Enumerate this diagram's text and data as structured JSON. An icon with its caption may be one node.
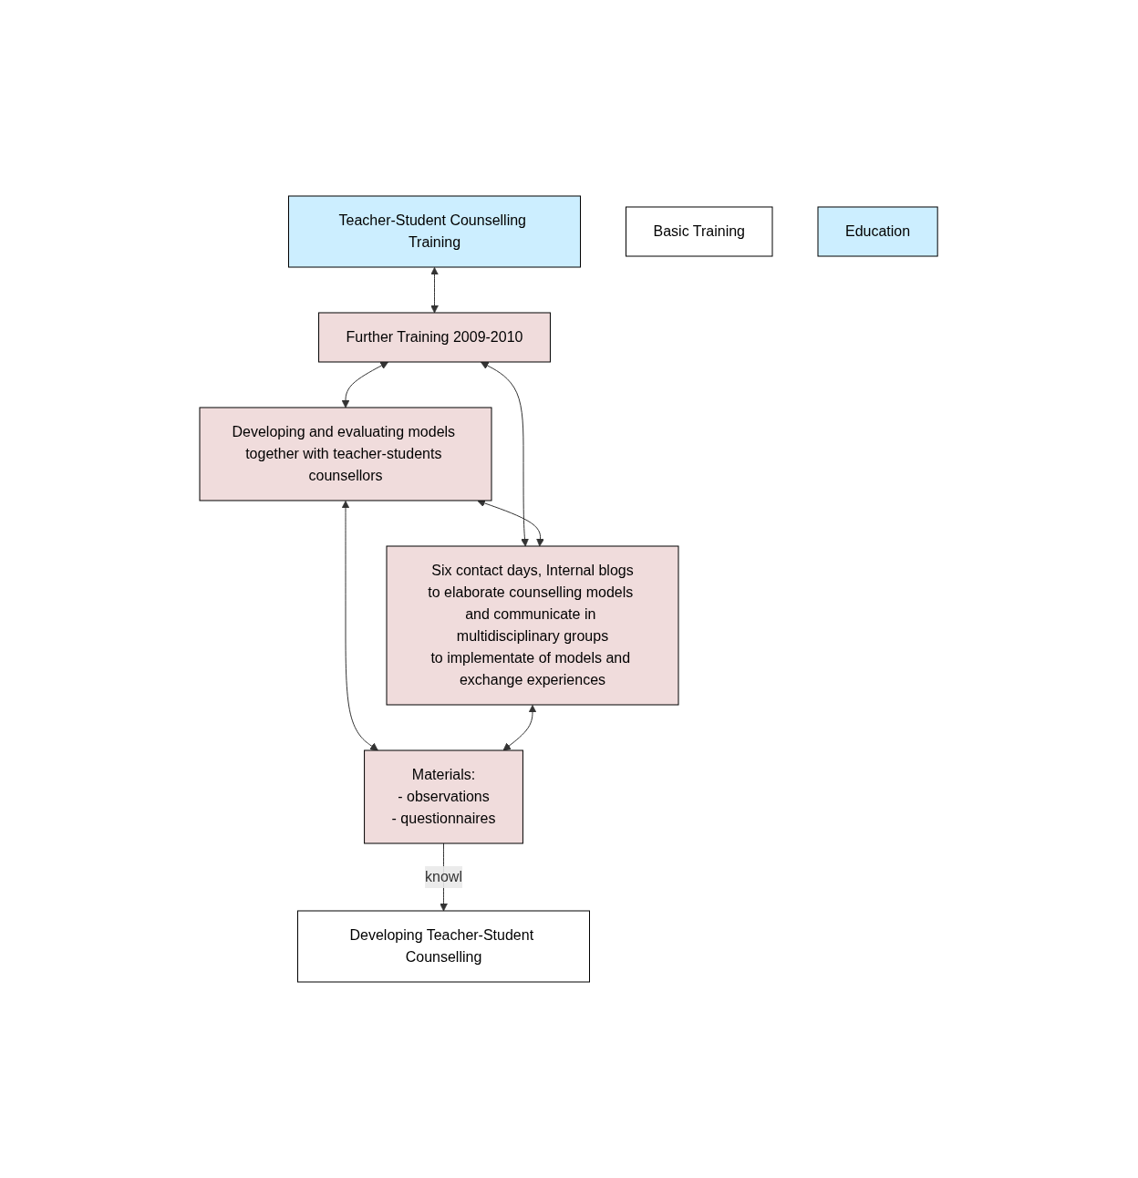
{
  "diagram": {
    "nodes": [
      {
        "text": [
          "Teacher-Student Counselling Training"
        ]
      },
      {
        "text": [
          "Basic Training"
        ]
      },
      {
        "text": [
          "Further Training 2009-2010"
        ]
      },
      {
        "text": [
          "Developing and evaluating models together with teacher-students counsellors"
        ]
      },
      {
        "text": [
          "Education"
        ]
      },
      {
        "text": [
          "Six contact days, Internal blogs",
          "to elaborate counselling models and communicate in multidisciplinary groups",
          "to implementate of models and exchange experiences"
        ]
      },
      {
        "text": [
          "Materials:",
          "- observations",
          "- questionnaires"
        ]
      },
      {
        "text": [
          "Developing Teacher-Student Counselling"
        ]
      }
    ],
    "edges": [
      {
        "from": 0,
        "to": 2,
        "arrow": "both"
      },
      {
        "from": 2,
        "to": 3,
        "arrow": "both"
      },
      {
        "from": 2,
        "to": 5,
        "arrow": "both"
      },
      {
        "from": 3,
        "to": 5,
        "arrow": "both"
      },
      {
        "from": 3,
        "to": 6,
        "arrow": "both"
      },
      {
        "from": 5,
        "to": 6,
        "arrow": "both"
      },
      {
        "from": 6,
        "to": 7,
        "arrow": "to",
        "label": "knowl"
      }
    ]
  }
}
